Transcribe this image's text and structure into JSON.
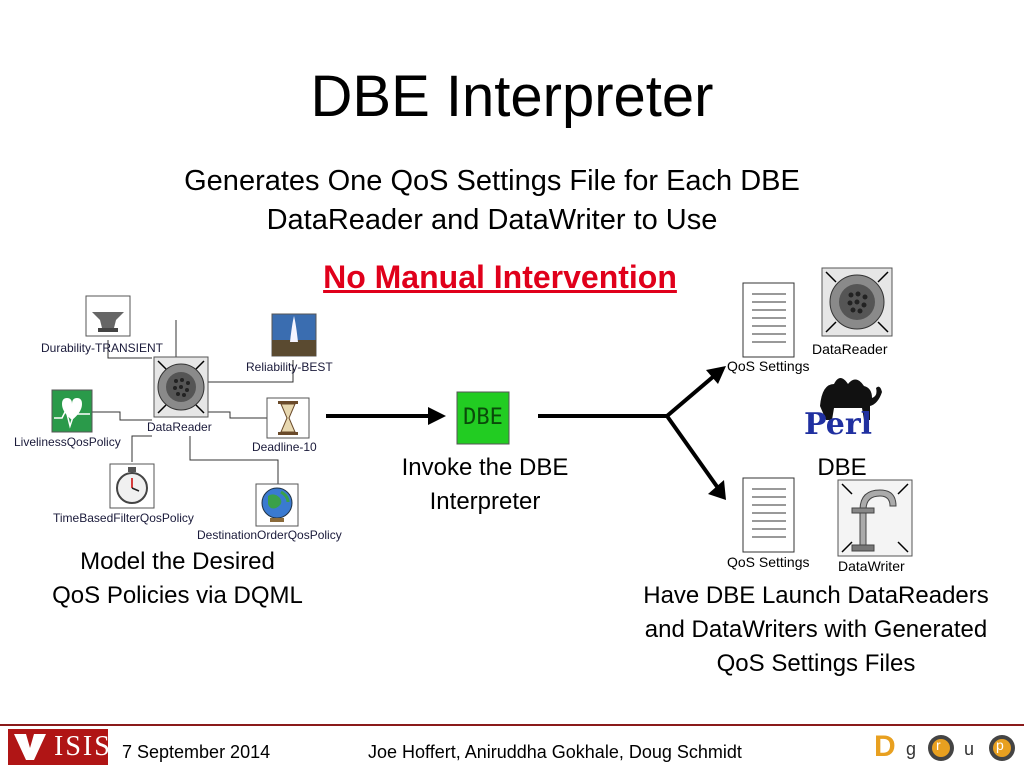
{
  "slide": {
    "title": "DBE Interpreter",
    "subtitle_line1": "Generates One QoS Settings File for Each DBE",
    "subtitle_line2": "DataReader and DataWriter to Use",
    "highlight": "No Manual Intervention"
  },
  "model": {
    "datareader": "DataReader",
    "durability": "Durability-TRANSIENT",
    "reliability": "Reliability-BEST",
    "liveliness": "LivelinessQosPolicy",
    "deadline": "Deadline-10",
    "timebased": "TimeBasedFilterQosPolicy",
    "destination": "DestinationOrderQosPolicy",
    "caption_line1": "Model the Desired",
    "caption_line2": "QoS Policies via DQML"
  },
  "interpreter": {
    "icon_text": "DBE",
    "caption_line1": "Invoke the DBE",
    "caption_line2": "Interpreter"
  },
  "output": {
    "qos_settings_top": "QoS Settings",
    "qos_settings_bottom": "QoS Settings",
    "datareader": "DataReader",
    "datawriter": "DataWriter",
    "perl_text": "Perl",
    "dbe": "DBE",
    "caption_line1": "Have DBE Launch DataReaders",
    "caption_line2": "and DataWriters with Generated",
    "caption_line3": "QoS Settings Files"
  },
  "footer": {
    "logo_text": "ISIS",
    "date": "7 September 2014",
    "authors": "Joe Hoffert, Aniruddha Gokhale, Doug Schmidt",
    "doc_logo_d": "D",
    "doc_logo_g": "g",
    "doc_logo_r": "r",
    "doc_logo_u": "u",
    "doc_logo_p": "p"
  },
  "colors": {
    "highlight": "#e0001b",
    "footer_rule": "#8a1a1a",
    "logo_red": "#b01515",
    "dbe_green": "#22cc22"
  }
}
